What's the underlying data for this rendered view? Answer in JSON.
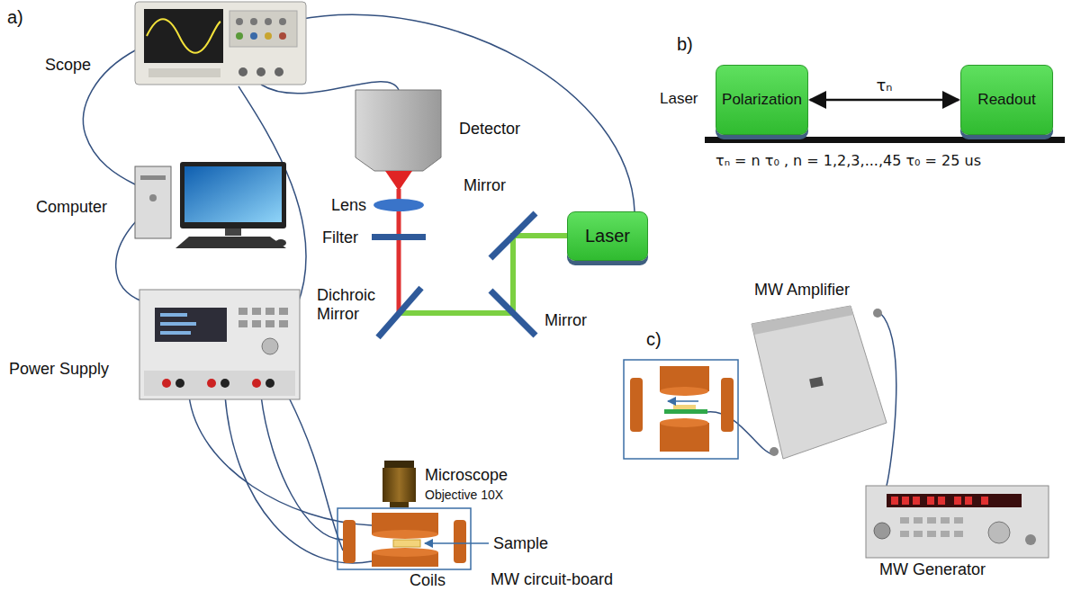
{
  "diagram": {
    "nodes": [
      {
        "text": [
          "Laser"
        ]
      },
      {
        "text": [
          "Polarization"
        ]
      },
      {
        "text": [
          "Readout"
        ]
      }
    ],
    "edges": [
      {
        "from": 1,
        "to": 2,
        "arrow": "both",
        "label": "τₙ"
      }
    ],
    "labels": [
      "a)",
      "Scope",
      "Computer",
      "Power Supply",
      "Detector",
      "Lens",
      "Filter",
      "Mirror",
      "Dichroic Mirror",
      "Mirror",
      "Microscope",
      "Objective 10X",
      "Sample",
      "Coils",
      "b)",
      "Laser",
      "τₙ = n τ₀ , n = 1,2,3,...,45 τ₀ = 25 us",
      "c)",
      "MW Amplifier",
      "MW Generator",
      "MW circuit-board"
    ]
  }
}
